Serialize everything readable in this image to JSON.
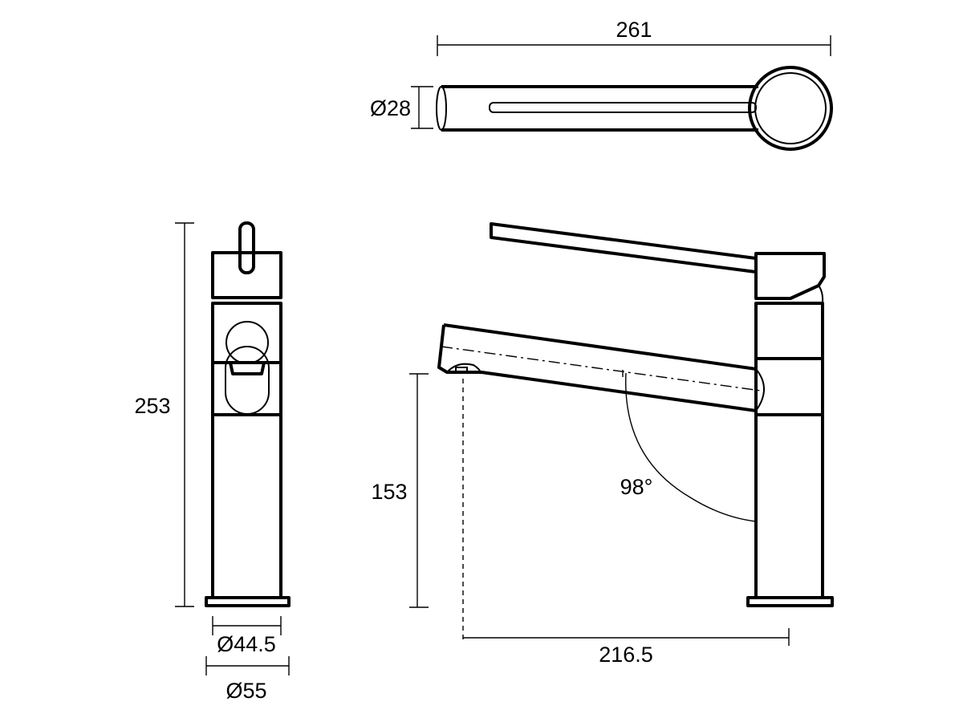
{
  "dimensions": {
    "overall_length": "261",
    "spout_diameter": "Ø28",
    "overall_height": "253",
    "body_diameter": "Ø44.5",
    "base_diameter": "Ø55",
    "spout_height": "153",
    "spout_reach": "216.5",
    "swivel_angle": "98°"
  }
}
